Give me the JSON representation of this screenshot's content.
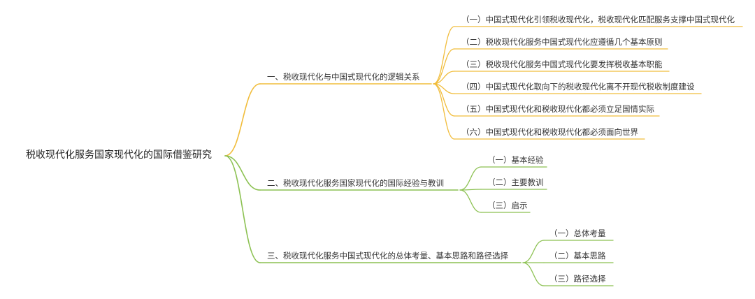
{
  "root": {
    "label": "税收现代化服务国家现代化的国际借鉴研究"
  },
  "colors": {
    "branch_yellow": "#f1bd3c",
    "branch_green": "#8cc152"
  },
  "branches": [
    {
      "label": "一、税收现代化与中国式现代化的逻辑关系",
      "color": "branch_yellow",
      "children": [
        "（一）中国式现代化引领税收现代化，税收现代化匹配服务支撑中国式现代化",
        "（二）税收现代化服务中国式现代化应遵循几个基本原则",
        "（三）税收现代化服务中国式现代化要发挥税收基本职能",
        "（四）中国式现代化取向下的税收现代化离不开现代税收制度建设",
        "（五）中国式现代化和税收现代化都必须立足国情实际",
        "（六）中国式现代化和税收现代化都必须面向世界"
      ]
    },
    {
      "label": "二、税收现代化服务国家现代化的国际经验与教训",
      "color": "branch_green",
      "children": [
        "（一）基本经验",
        "（二）主要教训",
        "（三）启示"
      ]
    },
    {
      "label": "三、税收现代化服务中国式现代化的总体考量、基本思路和路径选择",
      "color": "branch_green",
      "children": [
        "（一）总体考量",
        "（二）基本思路",
        "（三）路径选择"
      ]
    }
  ]
}
